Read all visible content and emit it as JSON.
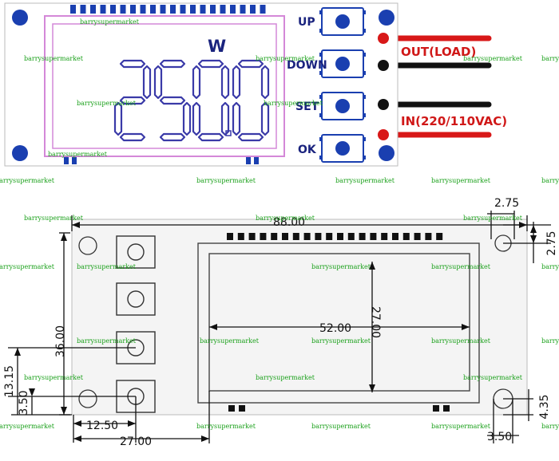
{
  "photo": {
    "unit_label": "W",
    "display_digits": [
      "2",
      "5",
      "0",
      "0"
    ],
    "button_labels": [
      "UP",
      "DOWN",
      "SET",
      "OK"
    ],
    "wire_labels": {
      "out": "OUT(LOAD)",
      "in": "IN(220/110VAC)"
    },
    "colors": {
      "board": "#ffffff",
      "accent_blue": "#1a3fb0",
      "lcd_frame": "#d488d8",
      "segment": "#3a3aa8",
      "wire_red": "#d81818",
      "wire_black": "#111111"
    }
  },
  "drawing": {
    "dimensions": {
      "overall_width": "88.00",
      "overall_height": "36.00",
      "window_width": "52.00",
      "window_height": "27.00",
      "hole_offset_x": "2.75",
      "hole_offset_y": "2.75",
      "button_row_13_15": "13.15",
      "button_row_3_50": "3.50",
      "button_x_12_50": "12.50",
      "button_x_27_00": "27.00",
      "bottom_hole_4_35": "4.35",
      "bottom_hole_3_50": "3.50"
    }
  },
  "watermark": "barrysupermarket"
}
